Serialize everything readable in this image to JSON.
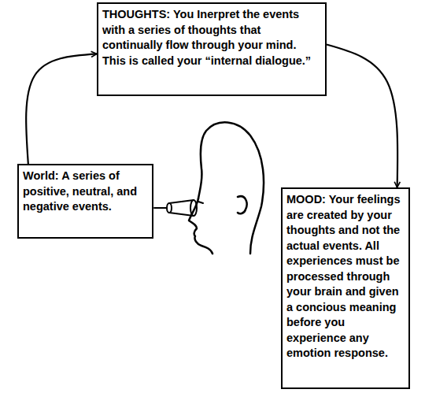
{
  "diagram": {
    "nodes": [
      {
        "text": [
          "THOUGHTS: You Inerpret the events with a series of thoughts that continually flow through your mind. This is called your “internal dialogue.”"
        ]
      },
      {
        "text": [
          "World: A series of positive, neutral, and negative events."
        ]
      },
      {
        "text": [
          "MOOD: Your feelings are created by your thoughts and not the actual events. All experiences must be processed through your brain and given a concious meaning before you experience any emotion response."
        ]
      }
    ],
    "edges": [
      {
        "from": 1,
        "to": 0,
        "arrow": "to"
      },
      {
        "from": 0,
        "to": 2,
        "arrow": "to"
      }
    ]
  }
}
